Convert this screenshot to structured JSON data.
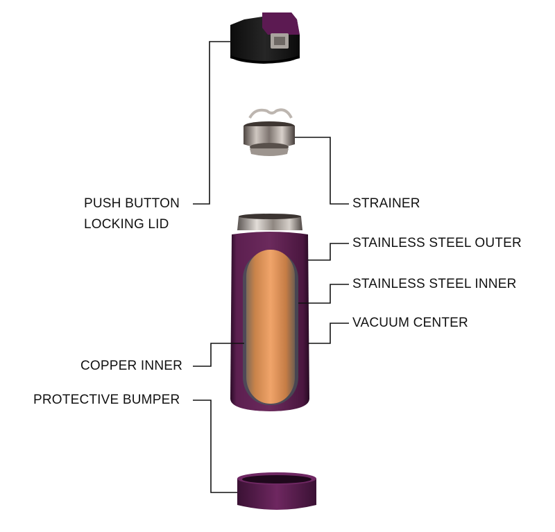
{
  "labels": {
    "push_button_line1": "PUSH BUTTON",
    "push_button_line2": "LOCKING LID",
    "strainer": "STRAINER",
    "stainless_outer": "STAINLESS STEEL OUTER",
    "stainless_inner": "STAINLESS STEEL INNER",
    "vacuum_center": "VACUUM CENTER",
    "copper_inner": "COPPER INNER",
    "protective_bumper": "PROTECTIVE BUMPER"
  },
  "colors": {
    "purple": "#5a1f4e",
    "purple_dark": "#2e0f29",
    "copper": "#d9894f",
    "steel": "#b9b4b0",
    "lid_black": "#151515",
    "line": "#111111"
  }
}
